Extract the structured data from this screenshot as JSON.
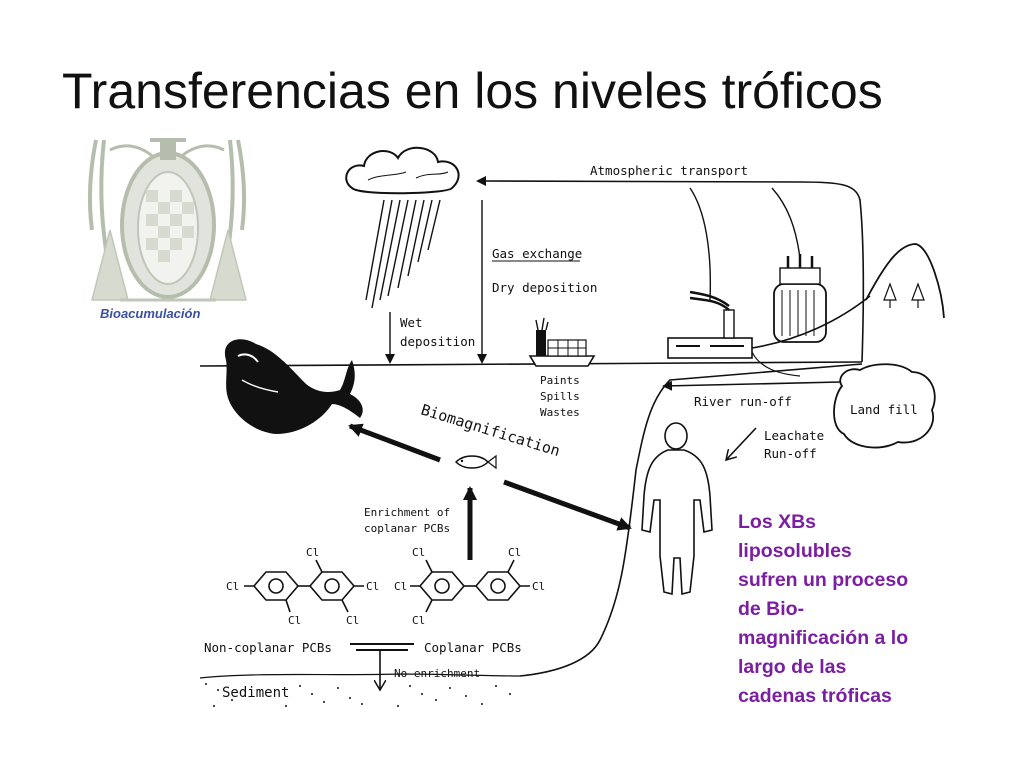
{
  "slide": {
    "title": "Transferencias en los niveles tróficos"
  },
  "emblem": {
    "label": "Bioacumulación",
    "label_color": "#3a4fa8"
  },
  "diagram": {
    "labels": {
      "atmospheric_transport": "Atmospheric transport",
      "gas_exchange": "Gas exchange",
      "dry_deposition": "Dry deposition",
      "wet_deposition_1": "Wet",
      "wet_deposition_2": "deposition",
      "paints": "Paints",
      "spills": "Spills",
      "wastes": "Wastes",
      "river_runoff": "River run-off",
      "land_fill": "Land fill",
      "leachate": "Leachate",
      "runoff": "Run-off",
      "biomagnification": "Biomagnification",
      "enrichment_1": "Enrichment of",
      "enrichment_2": "coplanar PCBs",
      "non_coplanar": "Non-coplanar PCBs",
      "coplanar": "Coplanar PCBs",
      "no_enrichment": "No enrichment",
      "sediment": "Sediment",
      "cl": "Cl"
    }
  },
  "caption": {
    "lines": [
      "Los XBs",
      "liposolubles",
      "sufren un proceso",
      "de Bio-",
      "magnificación a lo",
      "largo de las",
      "cadenas tróficas"
    ],
    "color": "#7b1fa2"
  }
}
